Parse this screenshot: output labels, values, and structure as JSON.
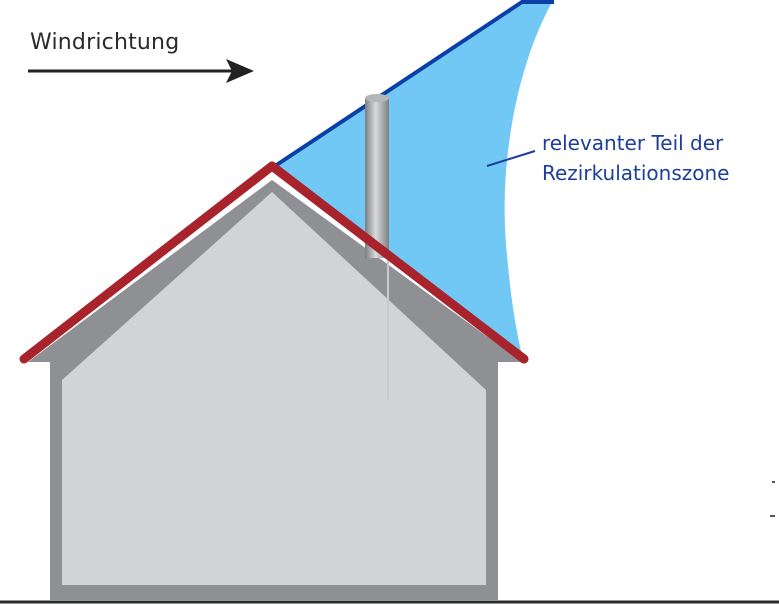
{
  "wind": {
    "label": "Windrichtung"
  },
  "zone": {
    "label_line1": "relevanter Teil der",
    "label_line2": "Rezirkulationszone"
  },
  "colors": {
    "zone_fill": "#72c8f4",
    "zone_edge": "#0a3fa8",
    "roof": "#a8232b",
    "house_fill": "#d2d3d5",
    "house_outline": "#8f9093",
    "chimney": "#9a9b9d",
    "arrow": "#222222",
    "text_dark": "#2a2a2a",
    "text_blue": "#1d3f9a"
  }
}
